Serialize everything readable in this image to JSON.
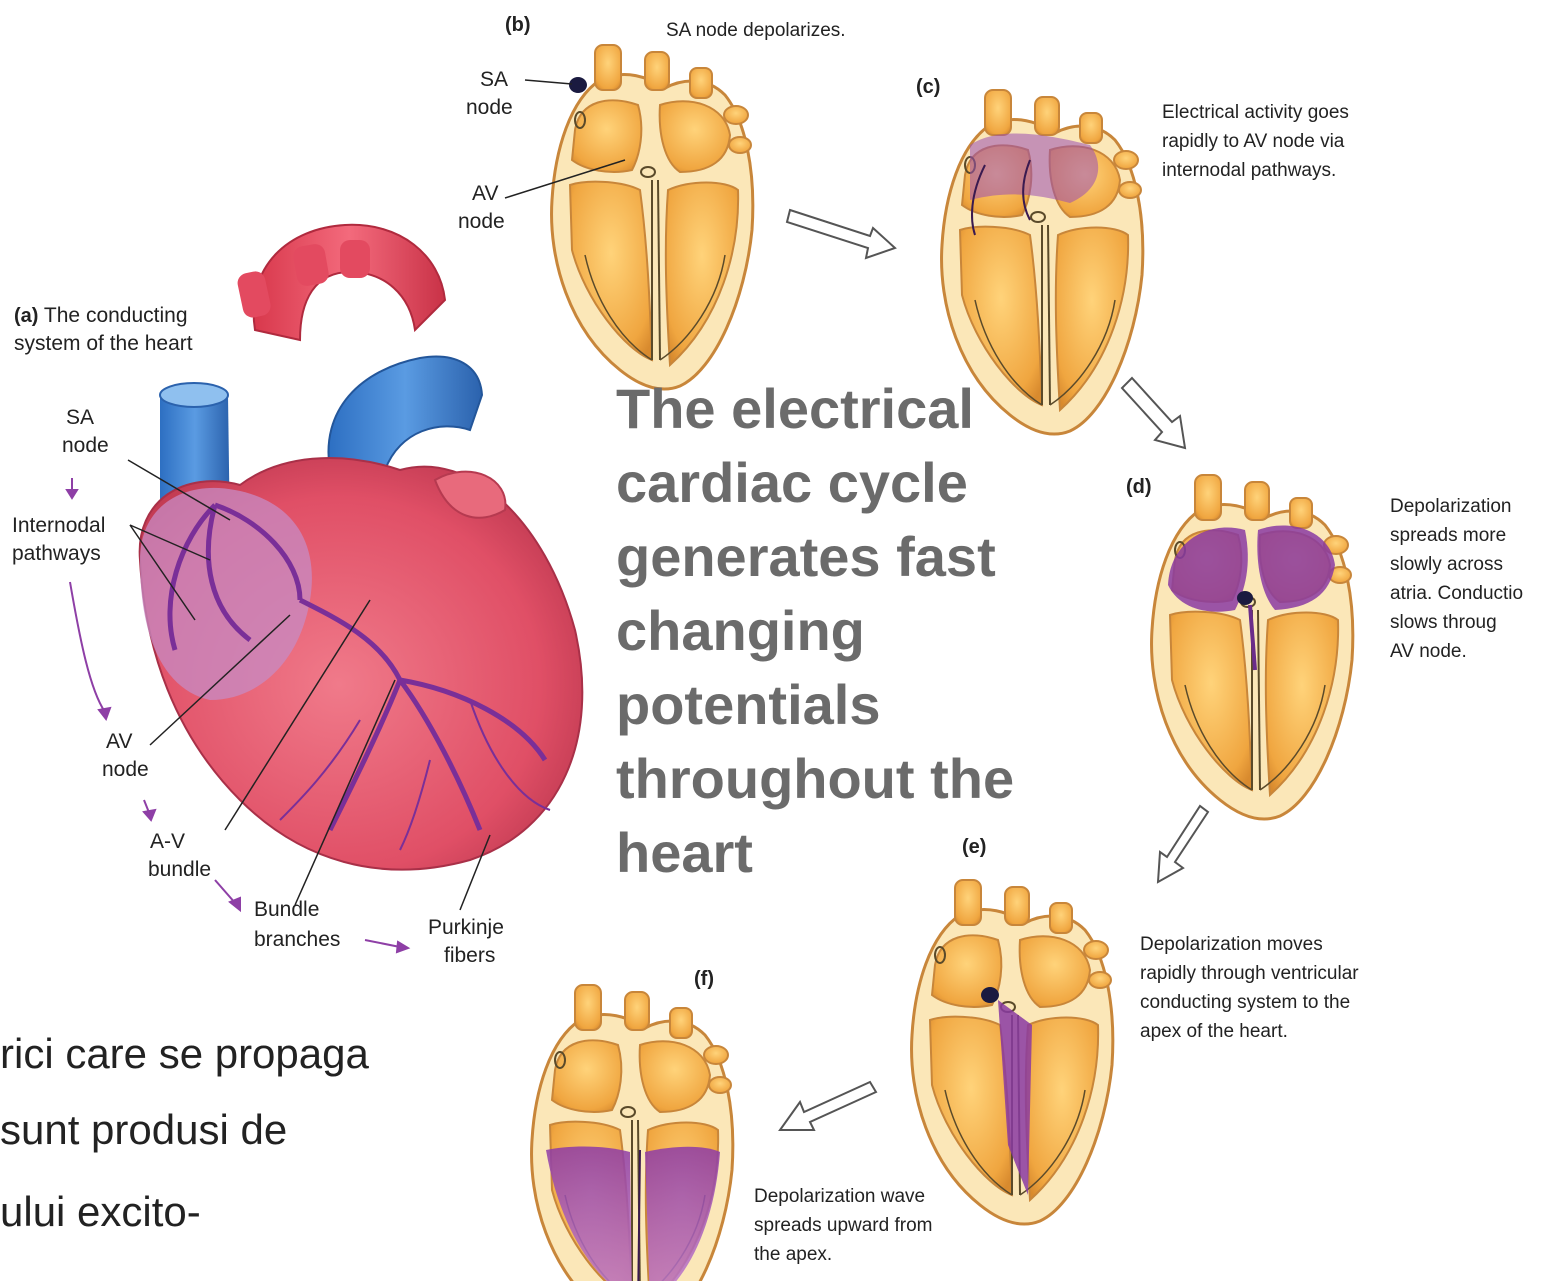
{
  "headline": {
    "lines": [
      "The electrical",
      "cardiac cycle",
      "generates fast",
      "changing",
      "potentials",
      "throughout the",
      "heart"
    ]
  },
  "panel_a": {
    "tag": "(a)",
    "title_lines": [
      "The conducting",
      "system of the heart"
    ],
    "labels": {
      "sa_node": [
        "SA",
        "node"
      ],
      "internodal": [
        "Internodal",
        "pathways"
      ],
      "av_node": [
        "AV",
        "node"
      ],
      "av_bundle": [
        "A-V",
        "bundle"
      ],
      "bundle_branches": [
        "Bundle",
        "branches"
      ],
      "purkinje": [
        "Purkinje",
        "fibers"
      ]
    }
  },
  "panel_b": {
    "tag": "(b)",
    "caption": "SA node depolarizes.",
    "sa_label": [
      "SA",
      "node"
    ],
    "av_label": [
      "AV",
      "node"
    ]
  },
  "panel_c": {
    "tag": "(c)",
    "caption_lines": [
      "Electrical activity goes",
      "rapidly to AV node via",
      "internodal pathways."
    ]
  },
  "panel_d": {
    "tag": "(d)",
    "caption_lines": [
      "Depolarization",
      "spreads more",
      "slowly across",
      "atria. Conductio",
      "slows throug",
      "AV node."
    ]
  },
  "panel_e": {
    "tag": "(e)",
    "caption_lines": [
      "Depolarization moves",
      "rapidly through ventricular",
      "conducting system to the",
      "apex of the heart."
    ]
  },
  "panel_f": {
    "tag": "(f)",
    "caption_lines": [
      "Depolarization wave",
      "spreads upward from",
      "the apex."
    ]
  },
  "bottom_text": {
    "lines": [
      "rici care se propaga",
      "sunt produsi de",
      "ului excito-"
    ]
  },
  "colors": {
    "headline": "#6b6b6b",
    "heart_red": "#e8566a",
    "vessel_blue": "#3b7fd0",
    "depolarization": "#8e3fa6",
    "myocardium": "#f2b24a"
  }
}
